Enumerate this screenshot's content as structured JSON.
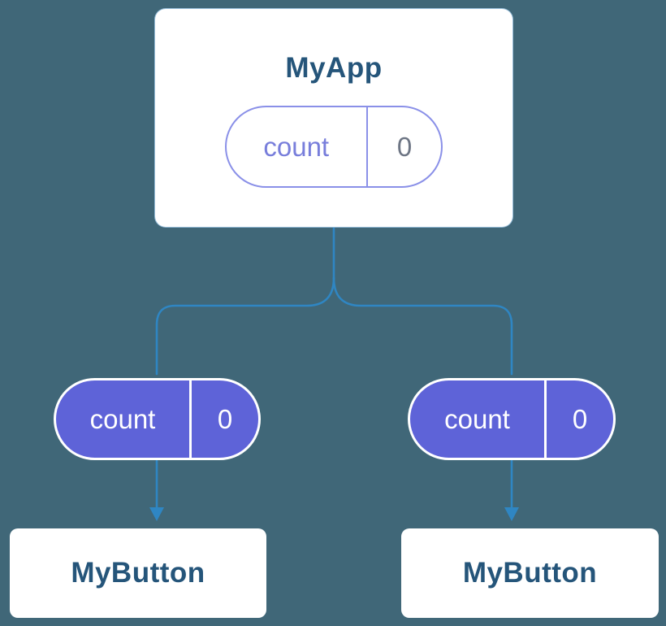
{
  "diagram": {
    "root_card": {
      "title": "MyApp",
      "state_pill": {
        "label": "count",
        "value": "0"
      }
    },
    "children": [
      {
        "pill": {
          "label": "count",
          "value": "0"
        },
        "card_title": "MyButton"
      },
      {
        "pill": {
          "label": "count",
          "value": "0"
        },
        "card_title": "MyButton"
      }
    ],
    "colors": {
      "background": "#406778",
      "connector": "#2f86c3",
      "prop_pill_fill": "#5e63d8",
      "state_pill_outline": "#8a90e8",
      "state_pill_text": "#787edb",
      "heading_text": "#25557a"
    }
  }
}
